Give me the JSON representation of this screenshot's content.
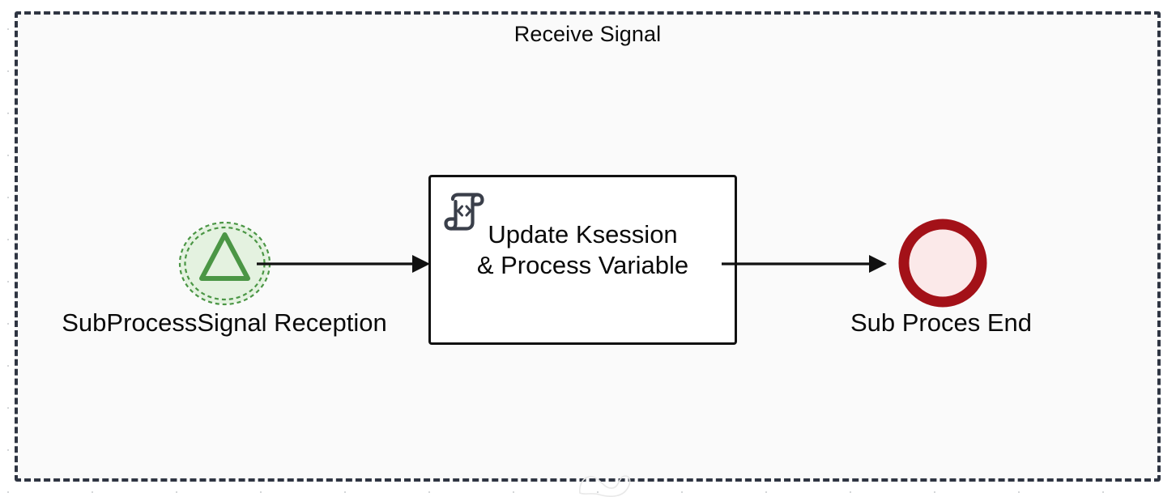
{
  "diagram": {
    "type": "bpmn-event-subprocess",
    "title": "Receive Signal",
    "background_color": "#ffffff",
    "container_fill": "#fafafa",
    "container_stroke": "#2f3542"
  },
  "nodes": {
    "start_event": {
      "icon_name": "signal-triangle-icon",
      "label": "SubProcessSignal Reception",
      "shape": "circle-double-dashed",
      "fill_color": "#e4f2e0",
      "stroke_color": "#4b9645"
    },
    "script_task": {
      "icon_name": "script-scroll-icon",
      "label": "Update Ksession\n& Process Variable",
      "shape": "rounded-rectangle",
      "fill_color": "#ffffff",
      "stroke_color": "#111111"
    },
    "end_event": {
      "label": "Sub Proces End",
      "shape": "circle-thick",
      "fill_color": "#fbe9e9",
      "stroke_color": "#a31118"
    }
  },
  "flows": [
    {
      "name": "flow-start-to-task",
      "from": "start_event",
      "to": "script_task",
      "arrow": "filled-triangle",
      "color": "#111111"
    },
    {
      "name": "flow-task-to-end",
      "from": "script_task",
      "to": "end_event",
      "arrow": "filled-triangle",
      "color": "#111111"
    }
  ],
  "canvas": {
    "grid_dot_color": "#d4d6d8",
    "watermark_name": "squiggle-watermark"
  }
}
